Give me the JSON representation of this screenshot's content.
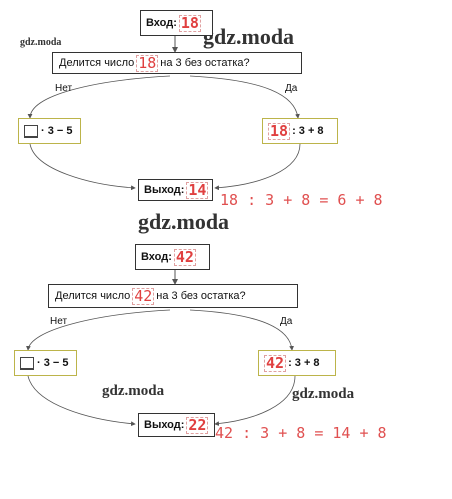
{
  "watermarks": {
    "small": "gdz.moda",
    "large": "gdz.moda"
  },
  "diagrams": [
    {
      "input_label": "Вход:",
      "input_value": "18",
      "question_before": "Делится число",
      "question_value": "18",
      "question_after": "на 3 без остатка?",
      "no_label": "Нет",
      "yes_label": "Да",
      "left_expr": "· 3 − 5",
      "right_value": "18",
      "right_expr": ": 3 + 8",
      "output_label": "Выход:",
      "output_value": "14",
      "solution": "18 : 3 + 8 = 6 + 8"
    },
    {
      "input_label": "Вход:",
      "input_value": "42",
      "question_before": "Делится число",
      "question_value": "42",
      "question_after": "на 3 без остатка?",
      "no_label": "Нет",
      "yes_label": "Да",
      "left_expr": "· 3 − 5",
      "right_value": "42",
      "right_expr": ": 3 + 8",
      "output_label": "Выход:",
      "output_value": "22",
      "solution": "42 : 3 + 8 = 14 + 8"
    }
  ]
}
